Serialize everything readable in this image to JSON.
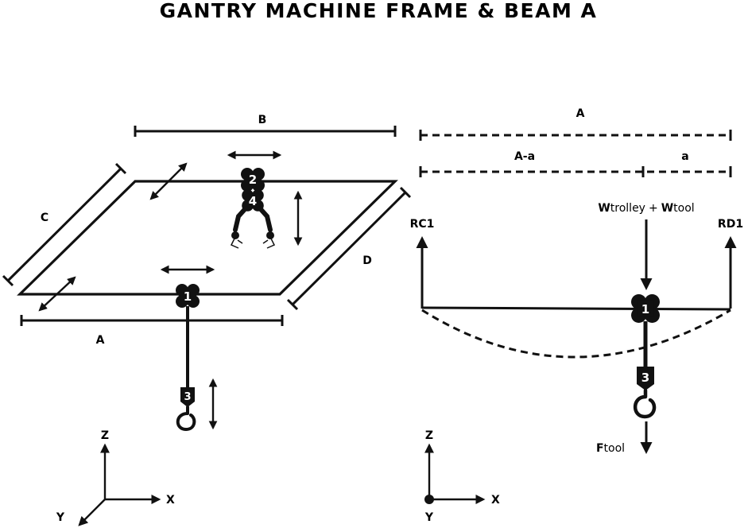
{
  "title": "GANTRY MACHINE FRAME & BEAM A",
  "frame": {
    "dim_a": "A",
    "dim_b": "B",
    "dim_c": "C",
    "dim_d": "D",
    "markers": {
      "m1": "1",
      "m2": "2",
      "m3": "3",
      "m4": "4"
    }
  },
  "beam": {
    "span_label": "A",
    "left_segment_label": "A-a",
    "right_segment_label": "a",
    "load_w1": "W",
    "load_trolley": "trolley",
    "load_plus": "+",
    "load_w2": "W",
    "load_tool": "tool",
    "reaction_left": "RC1",
    "reaction_right": "RD1",
    "force_f": "F",
    "force_tool": "tool",
    "markers": {
      "m1": "1",
      "m3": "3"
    }
  },
  "axes_left": {
    "z": "Z",
    "x": "X",
    "y": "Y"
  },
  "axes_right": {
    "z": "Z",
    "x": "X",
    "y": "Y"
  },
  "colors": {
    "ink": "#111111",
    "background": "#ffffff"
  }
}
